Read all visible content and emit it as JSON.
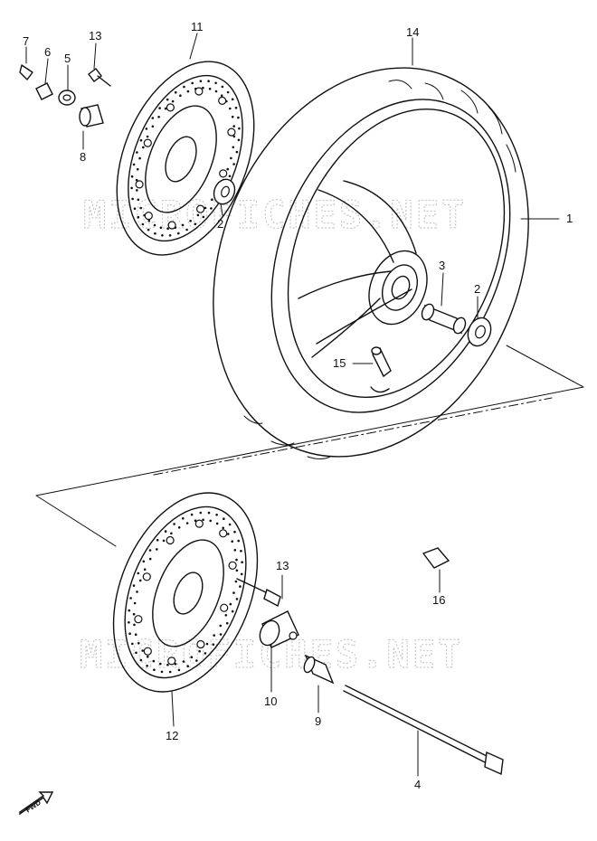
{
  "watermark_text": "MICROFICHES.NET",
  "fwd_label": "FWD",
  "callouts": {
    "c1": "1",
    "c2a": "2",
    "c2b": "2",
    "c3": "3",
    "c4": "4",
    "c5": "5",
    "c6": "6",
    "c7": "7",
    "c8": "8",
    "c9": "9",
    "c10": "10",
    "c11": "11",
    "c12": "12",
    "c13a": "13",
    "c13b": "13",
    "c14": "14",
    "c15": "15",
    "c16": "16"
  }
}
